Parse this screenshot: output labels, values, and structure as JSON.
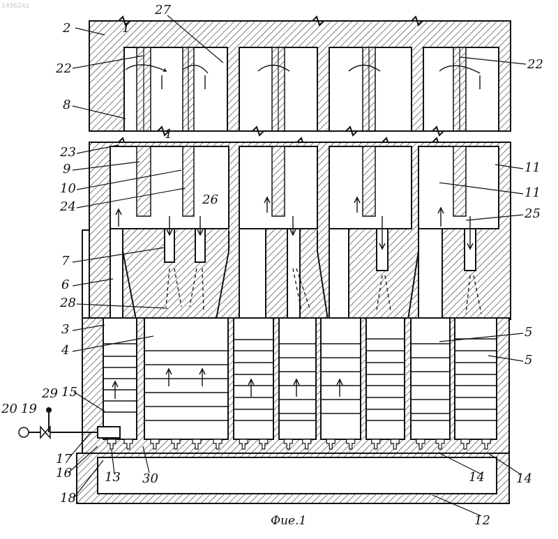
{
  "watermark": "1496242",
  "caption": "Фие.1",
  "labels": {
    "l1": "1",
    "l2": "2",
    "l3": "3",
    "l4": "4",
    "l5": "5",
    "l6": "6",
    "l7": "7",
    "l8": "8",
    "l9": "9",
    "l10": "10",
    "l11": "11",
    "l12": "12",
    "l13": "13",
    "l14": "14",
    "l15": "15",
    "l16": "16",
    "l17": "17",
    "l18": "18",
    "l19": "19",
    "l20": "20",
    "l22": "22",
    "l23": "23",
    "l24": "24",
    "l25": "25",
    "l26": "26",
    "l27": "27",
    "l28": "28",
    "l29": "29",
    "l30": "30"
  },
  "colors": {
    "ink": "#111111",
    "paper": "#ffffff",
    "hatch": "#3a3a3a"
  }
}
